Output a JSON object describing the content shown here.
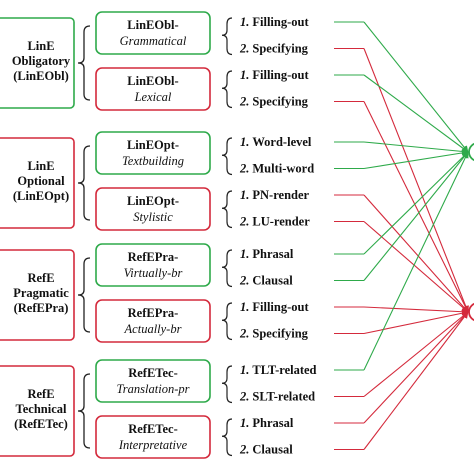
{
  "colors": {
    "green": "#2eaa4a",
    "red": "#d42a3c",
    "bracket": "#222222",
    "text": "#111111"
  },
  "groups": [
    {
      "category": [
        "LinE",
        "Obligatory",
        "(LinEObl)"
      ],
      "subs": [
        {
          "name": "LinEObl-",
          "type": "Grammatical",
          "color": "green",
          "items": [
            {
              "num": "1.",
              "label": "Filling-out",
              "color": "green"
            },
            {
              "num": "2.",
              "label": "Specifying",
              "color": "red"
            }
          ]
        },
        {
          "name": "LinEObl-",
          "type": "Lexical",
          "color": "red",
          "items": [
            {
              "num": "1.",
              "label": "Filling-out",
              "color": "green"
            },
            {
              "num": "2.",
              "label": "Specifying",
              "color": "red"
            }
          ]
        }
      ]
    },
    {
      "category": [
        "LinE",
        "Optional",
        "(LinEOpt)"
      ],
      "subs": [
        {
          "name": "LinEOpt-",
          "type": "Textbuilding",
          "color": "green",
          "items": [
            {
              "num": "1.",
              "label": "Word-level",
              "color": "green"
            },
            {
              "num": "2.",
              "label": "Multi-word",
              "color": "green"
            }
          ]
        },
        {
          "name": "LinEOpt-",
          "type": "Stylistic",
          "color": "red",
          "items": [
            {
              "num": "1.",
              "label": "PN-render",
              "color": "red"
            },
            {
              "num": "2.",
              "label": "LU-render",
              "color": "red"
            }
          ]
        }
      ]
    },
    {
      "category": [
        "RefE",
        "Pragmatic",
        "(RefEPra)"
      ],
      "subs": [
        {
          "name": "RefEPra-",
          "type": "Virtually-br",
          "color": "green",
          "items": [
            {
              "num": "1.",
              "label": "Phrasal",
              "color": "green"
            },
            {
              "num": "2.",
              "label": "Clausal",
              "color": "green"
            }
          ]
        },
        {
          "name": "RefEPra-",
          "type": "Actually-br",
          "color": "red",
          "items": [
            {
              "num": "1.",
              "label": "Filling-out",
              "color": "red"
            },
            {
              "num": "2.",
              "label": "Specifying",
              "color": "red"
            }
          ]
        }
      ]
    },
    {
      "category": [
        "RefE",
        "Technical",
        "(RefETec)"
      ],
      "subs": [
        {
          "name": "RefETec-",
          "type": "Translation-pr",
          "color": "green",
          "items": [
            {
              "num": "1.",
              "label": "TLT-related",
              "color": "green"
            },
            {
              "num": "2.",
              "label": "SLT-related",
              "color": "red"
            }
          ]
        },
        {
          "name": "RefETec-",
          "type": "Interpretative",
          "color": "red",
          "items": [
            {
              "num": "1.",
              "label": "Phrasal",
              "color": "red"
            },
            {
              "num": "2.",
              "label": "Clausal",
              "color": "red"
            }
          ]
        }
      ]
    }
  ]
}
